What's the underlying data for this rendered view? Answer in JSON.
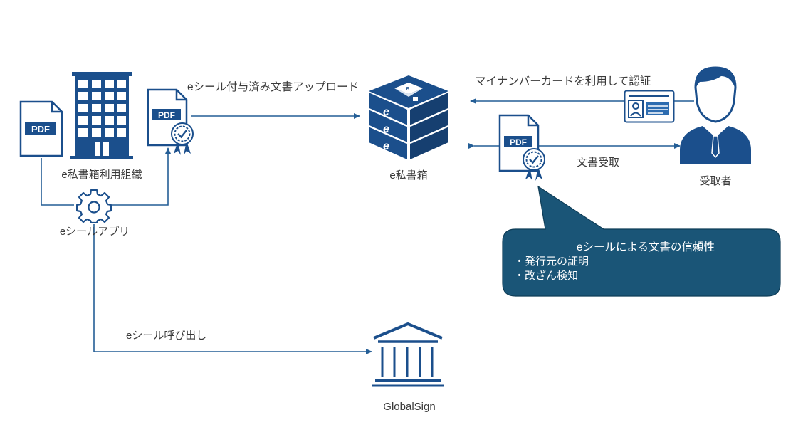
{
  "colors": {
    "primary": "#1b4f8c",
    "primary_dark": "#163f70",
    "callout": "#1a5577",
    "line": "#245e96"
  },
  "labels": {
    "org": "e私書箱利用組織",
    "app": "eシールアプリ",
    "upload": "eシール付与済み文書アップロード",
    "box": "e私書箱",
    "mynumber": "マイナンバーカードを利用して認証",
    "receive": "文書受取",
    "recipient": "受取者",
    "call": "eシール呼び出し",
    "globalsign": "GlobalSign"
  },
  "pdf_label": "PDF",
  "callout": {
    "title": "eシールによる文書の信頼性",
    "items": [
      "・発行元の証明",
      "・改ざん検知"
    ]
  },
  "icons": [
    "document-icon",
    "building-icon",
    "sealed-document-icon",
    "gear-icon",
    "server-box-icon",
    "id-card-icon",
    "person-icon",
    "bank-icon"
  ]
}
